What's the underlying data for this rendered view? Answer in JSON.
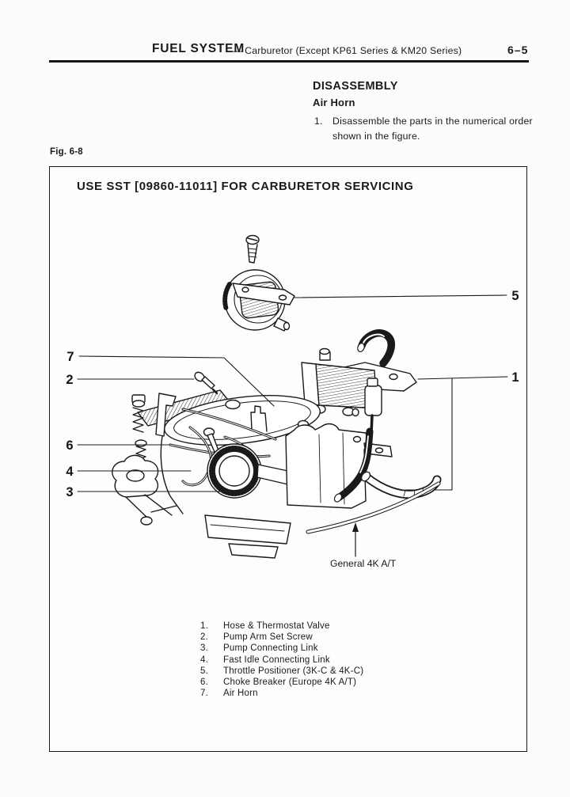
{
  "page": {
    "header": {
      "section": "FUEL SYSTEM",
      "subtitle": "— Carburetor (Except KP61 Series & KM20 Series)",
      "page_number": "6–5"
    },
    "intro": {
      "heading": "DISASSEMBLY",
      "subheading": "Air Horn",
      "step_number": "1.",
      "step_line1": "Disassemble the parts in the numerical order",
      "step_line2": "shown in the figure."
    },
    "figure": {
      "label": "Fig. 6-8",
      "title": "USE SST [09860-11011] FOR CARBURETOR SERVICING",
      "annotation": "General 4K A/T",
      "callouts": [
        "1",
        "2",
        "3",
        "4",
        "5",
        "6",
        "7"
      ],
      "parts": [
        {
          "num": "1.",
          "name": "Hose & Thermostat Valve"
        },
        {
          "num": "2.",
          "name": "Pump Arm Set Screw"
        },
        {
          "num": "3.",
          "name": "Pump Connecting Link"
        },
        {
          "num": "4.",
          "name": "Fast Idle Connecting Link"
        },
        {
          "num": "5.",
          "name": "Throttle Positioner (3K-C & 4K-C)"
        },
        {
          "num": "6.",
          "name": "Choke Breaker (Europe 4K A/T)"
        },
        {
          "num": "7.",
          "name": "Air Horn"
        }
      ]
    },
    "colors": {
      "ink": "#1a1a1a",
      "paper": "#fcfcfa"
    }
  }
}
